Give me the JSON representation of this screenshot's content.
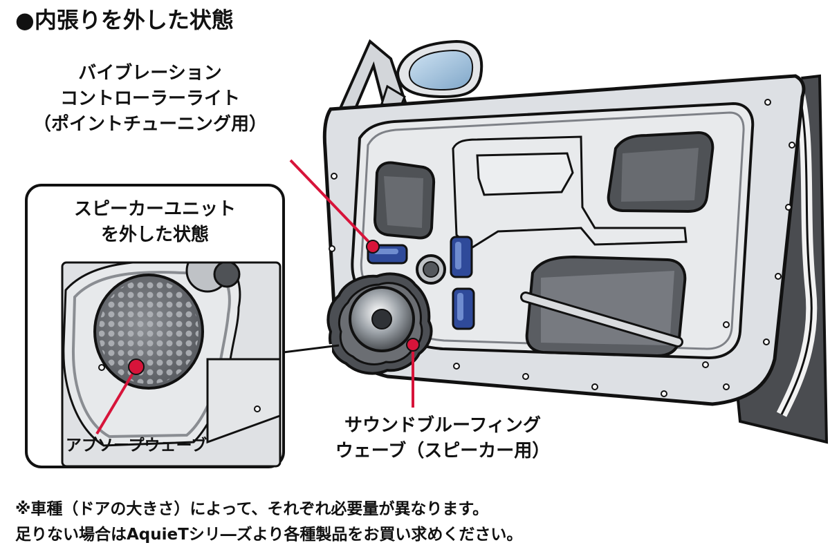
{
  "title": "●内張りを外した状態",
  "callouts": {
    "vibration": {
      "line1": "バイブレーション",
      "line2": "コントローラーライト",
      "line3": "（ポイントチューニング用）"
    },
    "inset": {
      "line1": "スピーカーユニット",
      "line2": "を外した状態"
    },
    "absorb": "アブソープウェーブ",
    "sound": {
      "line1": "サウンドブルーフィング",
      "line2": "ウェーブ（スピーカー用）"
    }
  },
  "notes": {
    "line1": "※車種（ドアの大きさ）によって、それぞれ必要量が異なります。",
    "line2": "足りない場合はAquieTシリ―ズより各種製品をお買い求めください。"
  },
  "colors": {
    "accent_red": "#d7143a",
    "pad_blue": "#2f4a9a",
    "panel_gray": "#dde0e4",
    "dark_gray": "#4a4c50"
  }
}
